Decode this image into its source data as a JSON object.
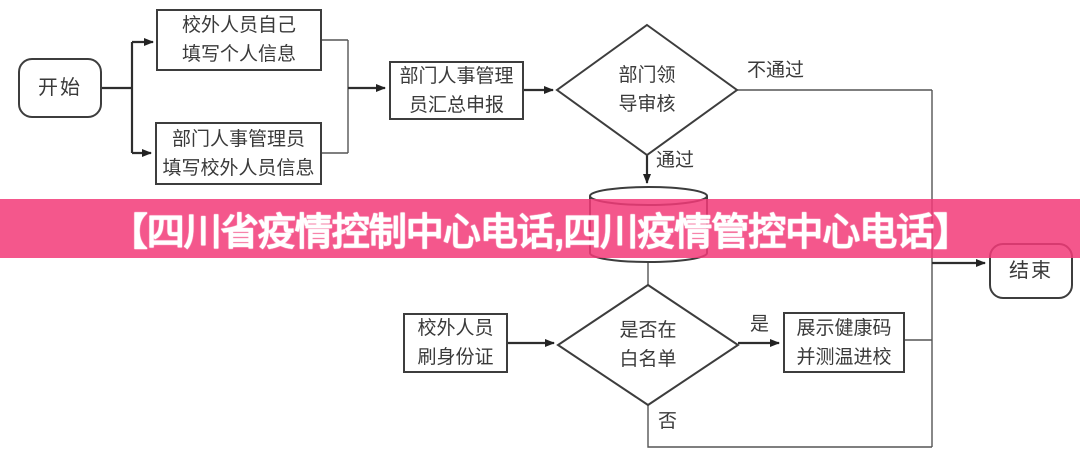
{
  "banner": {
    "text": "【四川省疫情控制中心电话,四川疫情管控中心电话】",
    "bg_color": "#f4578c",
    "text_color": "#ffffff"
  },
  "flowchart": {
    "line_color": "#3d3d3d",
    "nodes": {
      "start": {
        "label": "开始",
        "type": "terminator"
      },
      "fill_self": {
        "label": "校外人员自己\n填写个人信息",
        "type": "process"
      },
      "fill_admin": {
        "label": "部门人事管理员\n填写校外人员信息",
        "type": "process"
      },
      "summarize": {
        "label": "部门人事管理\n员汇总申报",
        "type": "process"
      },
      "leader_review": {
        "label": "部门领\n导审核",
        "type": "decision"
      },
      "database": {
        "label": "",
        "type": "database"
      },
      "swipe_id": {
        "label": "校外人员\n刷身份证",
        "type": "process"
      },
      "whitelist_check": {
        "label": "是否在\n白名单",
        "type": "decision"
      },
      "show_health_code": {
        "label": "展示健康码\n并测温进校",
        "type": "process"
      },
      "end": {
        "label": "结束",
        "type": "terminator"
      }
    },
    "edge_labels": {
      "pass": "通过",
      "fail": "不通过",
      "yes": "是",
      "no": "否"
    }
  }
}
